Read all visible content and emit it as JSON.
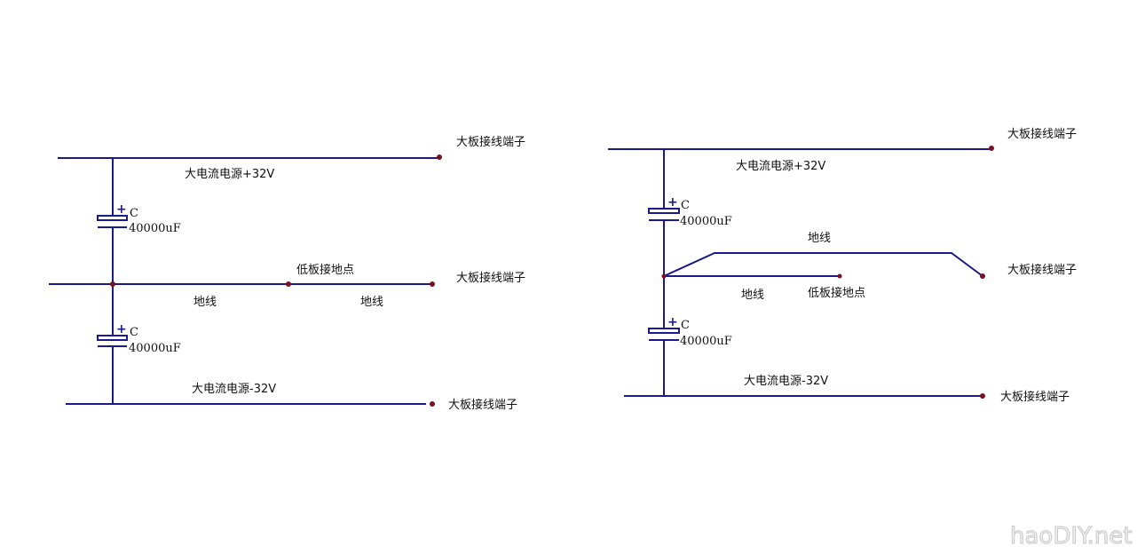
{
  "left_circuit": {
    "top_terminal": "大板接线端子",
    "mid_terminal": "大板接线端子",
    "bottom_terminal": "大板接线端子",
    "pos_supply": "大电流电源+32V",
    "neg_supply": "大电流电源-32V",
    "ground_point": "低板接地点",
    "ground_wire_1": "地线",
    "ground_wire_2": "地线",
    "cap1": {
      "name": "C",
      "value": "40000uF",
      "polarity": "+"
    },
    "cap2": {
      "name": "C",
      "value": "40000uF",
      "polarity": "+"
    }
  },
  "right_circuit": {
    "top_terminal": "大板接线端子",
    "mid_terminal": "大板接线端子",
    "bottom_terminal": "大板接线端子",
    "pos_supply": "大电流电源+32V",
    "neg_supply": "大电流电源-32V",
    "ground_point": "低板接地点",
    "ground_wire_1": "地线",
    "ground_wire_2": "地线",
    "cap1": {
      "name": "C",
      "value": "40000uF",
      "polarity": "+"
    },
    "cap2": {
      "name": "C",
      "value": "40000uF",
      "polarity": "+"
    }
  },
  "watermark": "haoDIY.net",
  "colors": {
    "wire": "#1a1a8c",
    "node": "#7a1020"
  }
}
